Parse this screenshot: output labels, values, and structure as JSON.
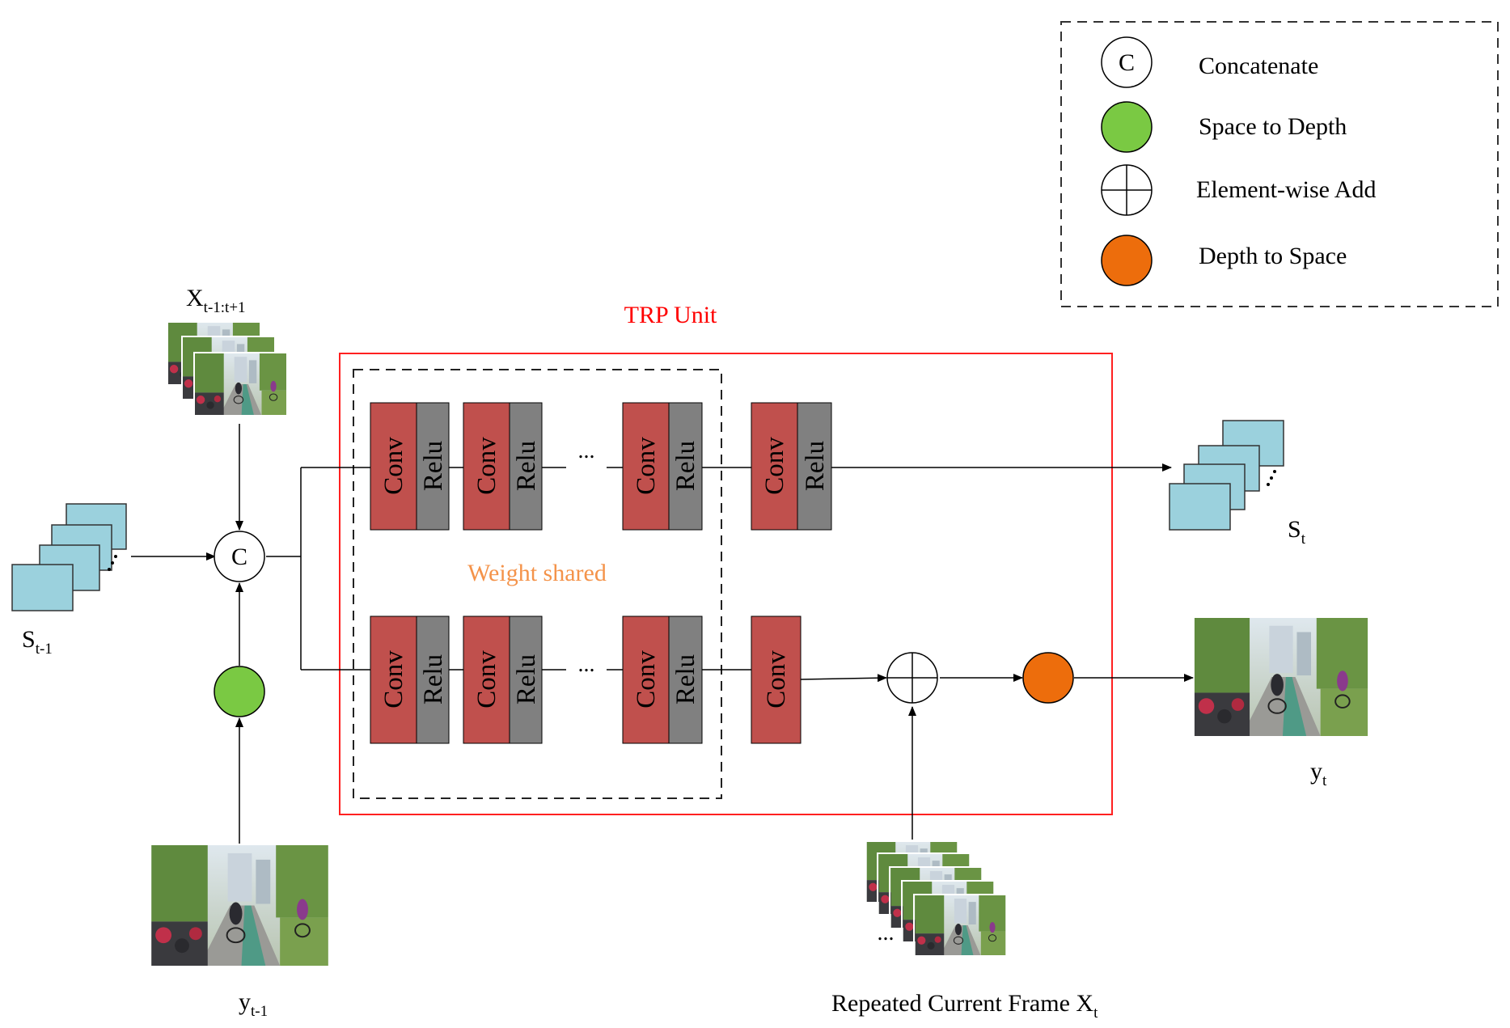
{
  "legend": {
    "concat_symbol": "C",
    "concatenate": "Concatenate",
    "space_to_depth": "Space to Depth",
    "element_wise_add": "Element-wise Add",
    "depth_to_space": "Depth to Space"
  },
  "trp_unit_label": "TRP Unit",
  "weight_shared_label": "Weight shared",
  "blocks": {
    "conv": "Conv",
    "relu": "Relu",
    "ellipsis": "..."
  },
  "inputs": {
    "x_main": "X",
    "x_sub": "t-1:t+1",
    "s_prev_main": "S",
    "s_prev_sub": "t-1",
    "y_prev_main": "y",
    "y_prev_sub": "t-1",
    "repeated_main": "Repeated Current Frame X",
    "repeated_sub": "t",
    "repeated_ellipsis": "..."
  },
  "outputs": {
    "s_main": "S",
    "s_sub": "t",
    "y_main": "y",
    "y_sub": "t"
  },
  "colors": {
    "conv": "#c0504d",
    "relu": "#808080",
    "state": "#9bd1dd",
    "space_to_depth": "#7ac943",
    "depth_to_space": "#ed6d0c",
    "trp_border": "#ff0000",
    "weight_shared": "#f4934a"
  }
}
